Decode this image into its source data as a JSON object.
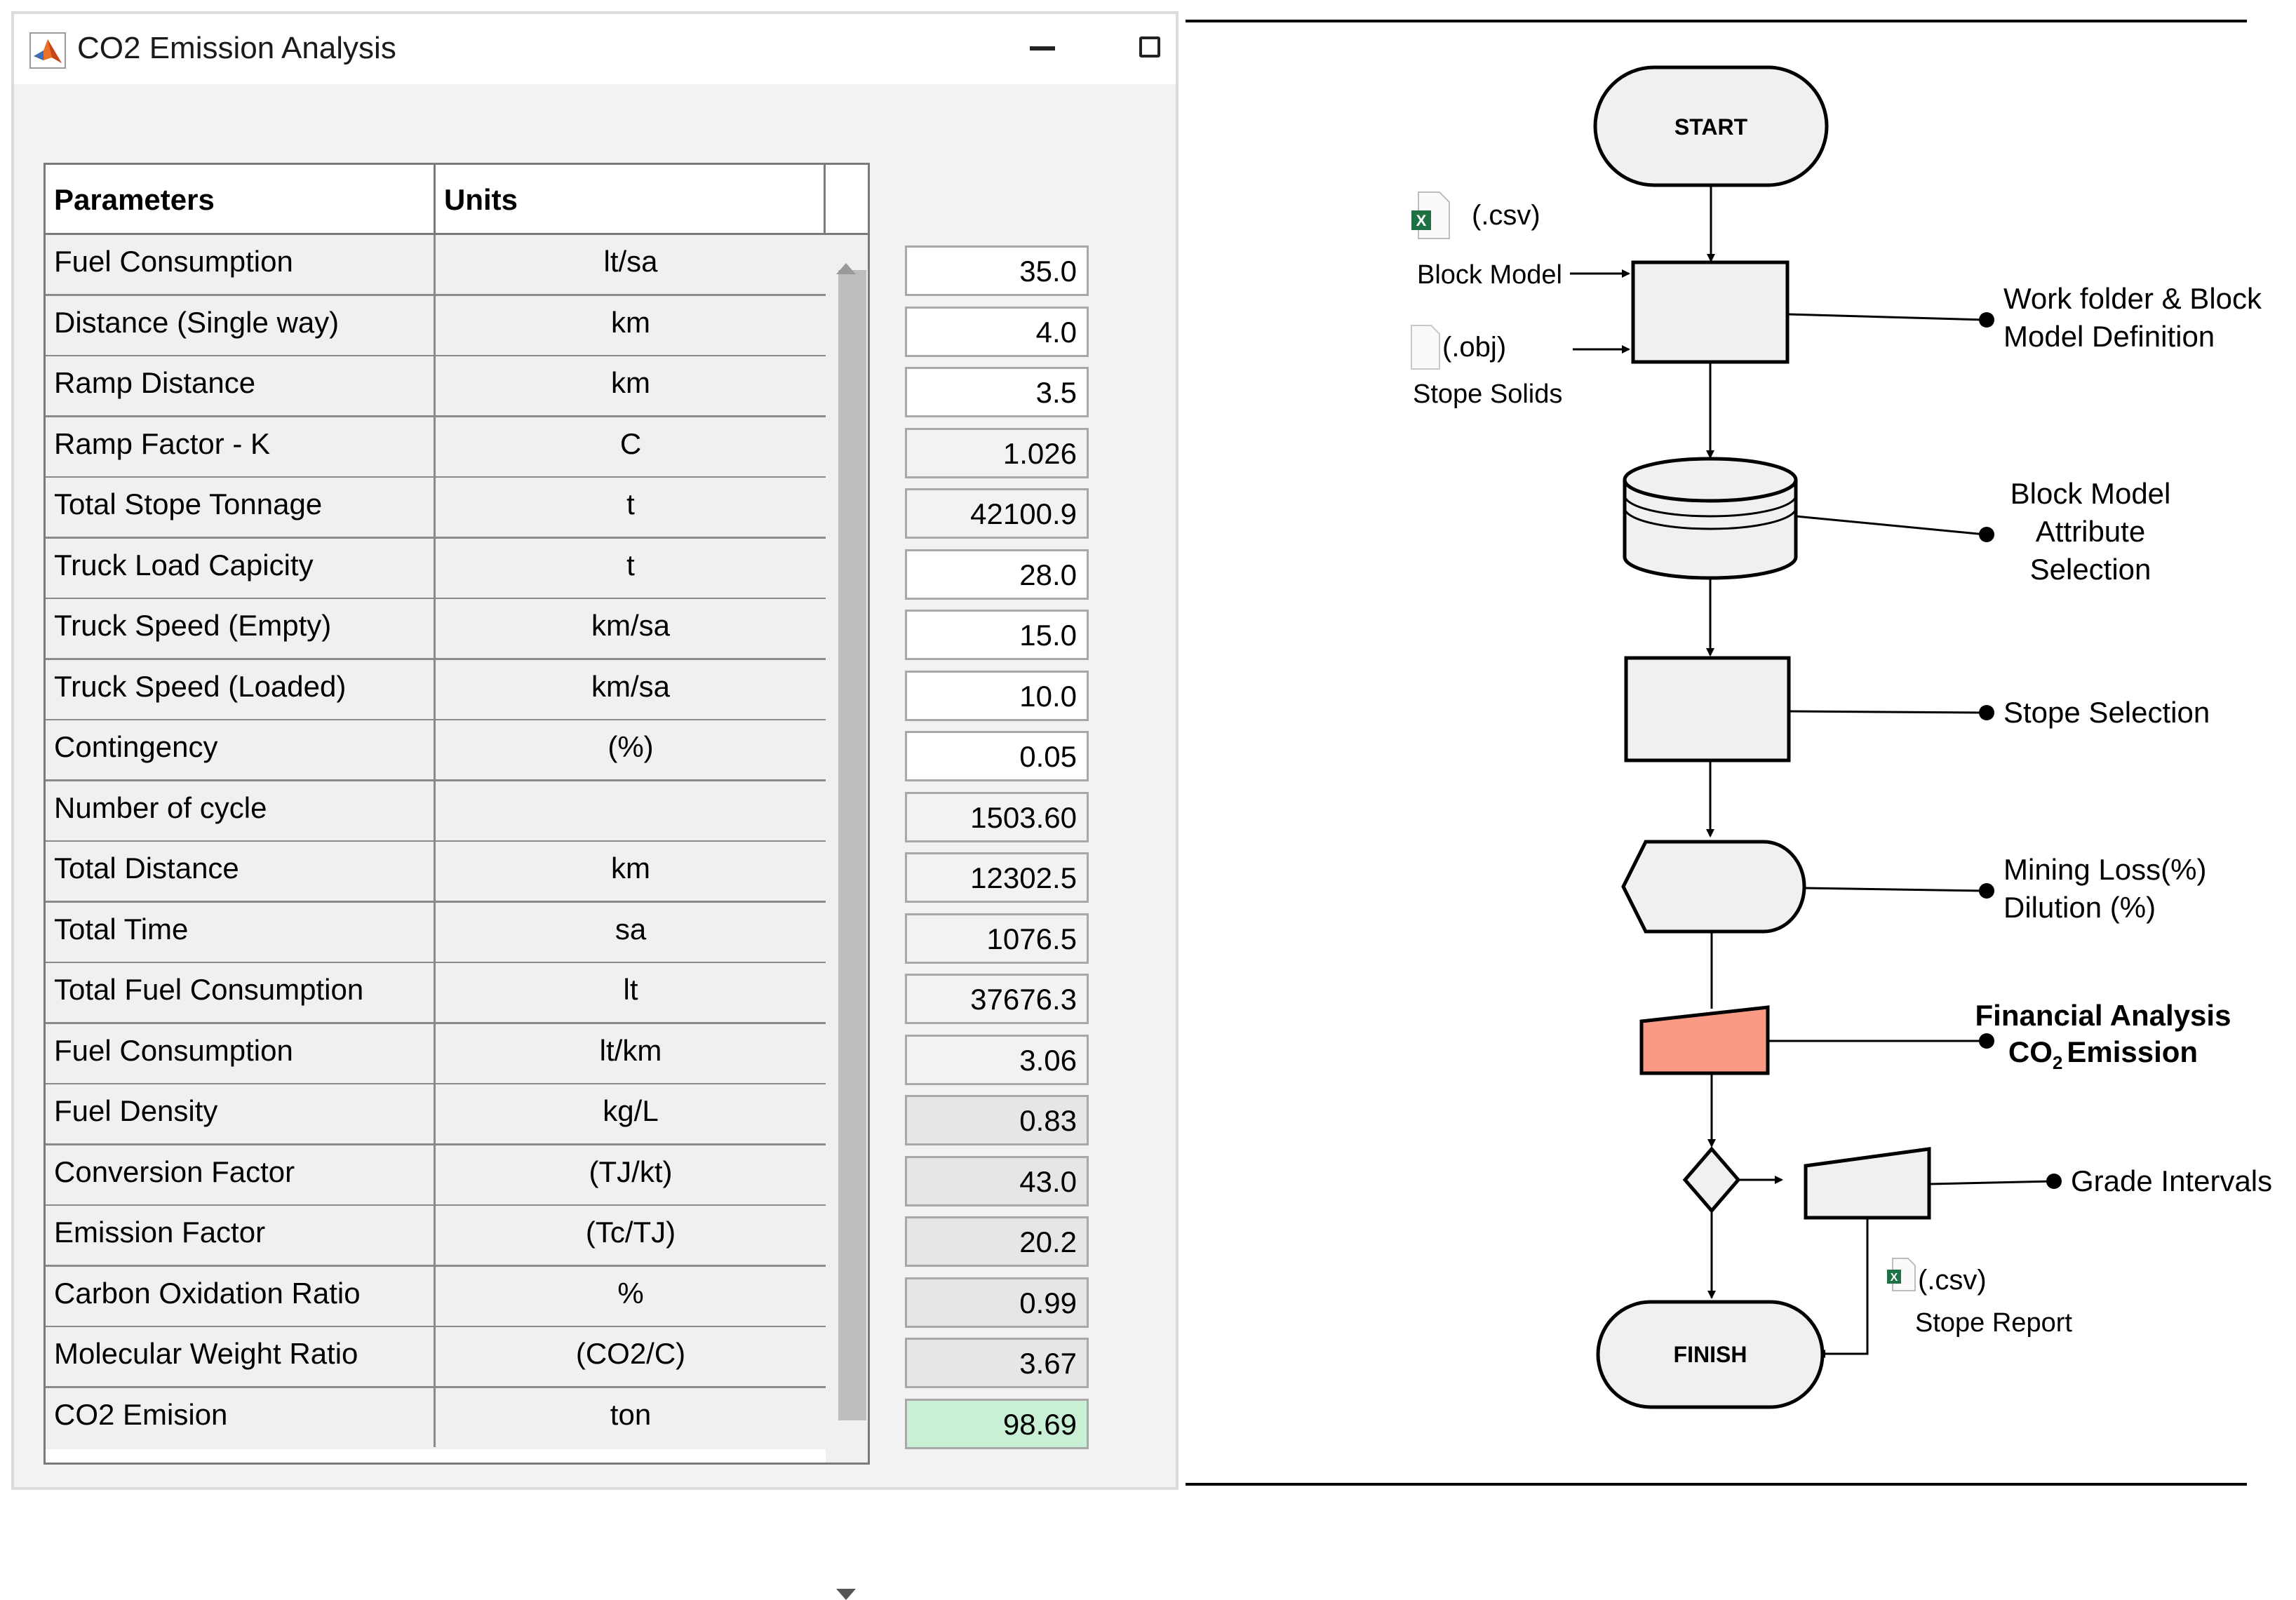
{
  "window": {
    "title": "CO2 Emission Analysis"
  },
  "table": {
    "headers": {
      "parameters": "Parameters",
      "units": "Units"
    },
    "rows": [
      {
        "name": "Fuel Consumption",
        "unit": "lt/sa",
        "value": "35.0",
        "kind": "edit"
      },
      {
        "name": "Distance (Single way)",
        "unit": "km",
        "value": "4.0",
        "kind": "edit"
      },
      {
        "name": "Ramp Distance",
        "unit": "km",
        "value": "3.5",
        "kind": "edit"
      },
      {
        "name": "Ramp Factor - K",
        "unit": "C",
        "value": "1.026",
        "kind": "calc"
      },
      {
        "name": "Total Stope Tonnage",
        "unit": "t",
        "value": "42100.9",
        "kind": "calc"
      },
      {
        "name": "Truck Load Capicity",
        "unit": "t",
        "value": "28.0",
        "kind": "edit"
      },
      {
        "name": "Truck Speed (Empty)",
        "unit": "km/sa",
        "value": "15.0",
        "kind": "edit"
      },
      {
        "name": "Truck Speed (Loaded)",
        "unit": "km/sa",
        "value": "10.0",
        "kind": "edit"
      },
      {
        "name": "Contingency",
        "unit": "(%)",
        "value": "0.05",
        "kind": "edit"
      },
      {
        "name": "Number of cycle",
        "unit": "",
        "value": "1503.60",
        "kind": "calc"
      },
      {
        "name": "Total Distance",
        "unit": "km",
        "value": "12302.5",
        "kind": "calc"
      },
      {
        "name": "Total Time",
        "unit": "sa",
        "value": "1076.5",
        "kind": "calc"
      },
      {
        "name": "Total Fuel Consumption",
        "unit": "lt",
        "value": "37676.3",
        "kind": "calc"
      },
      {
        "name": "Fuel Consumption",
        "unit": "lt/km",
        "value": "3.06",
        "kind": "calc"
      },
      {
        "name": "Fuel Density",
        "unit": "kg/L",
        "value": "0.83",
        "kind": "const"
      },
      {
        "name": "Conversion Factor",
        "unit": "(TJ/kt)",
        "value": "43.0",
        "kind": "const"
      },
      {
        "name": "Emission Factor",
        "unit": "(Tc/TJ)",
        "value": "20.2",
        "kind": "const"
      },
      {
        "name": "Carbon Oxidation Ratio",
        "unit": "%",
        "value": "0.99",
        "kind": "const"
      },
      {
        "name": "Molecular Weight Ratio",
        "unit": "(CO2/C)",
        "value": "3.67",
        "kind": "const"
      },
      {
        "name": "CO2 Emision",
        "unit": "ton",
        "value": "98.69",
        "kind": "result"
      }
    ]
  },
  "flowchart": {
    "start": "START",
    "finish": "FINISH",
    "csv_ext": "(.csv)",
    "block_model": "Block Model",
    "obj_ext": "(.obj)",
    "stope_solids": "Stope Solids",
    "work_folder_line1": "Work folder & Block",
    "work_folder_line2": "Model Definition",
    "attr_line1": "Block Model",
    "attr_line2": "Attribute",
    "attr_line3": "Selection",
    "stope_selection": "Stope Selection",
    "mining_loss": "Mining Loss(%)",
    "dilution": "Dilution (%)",
    "financial_analysis": "Financial Analysis",
    "co2_emission_prefix": "CO",
    "co2_emission_sub": "2",
    "co2_emission_suffix": "Emission",
    "grade_intervals": "Grade Intervals",
    "report_ext": "(.csv)",
    "stope_report": "Stope Report"
  },
  "colors": {
    "result_green": "#c9f0d4",
    "financial_box": "#fa9a84",
    "box_fill": "#f0f0f0"
  }
}
